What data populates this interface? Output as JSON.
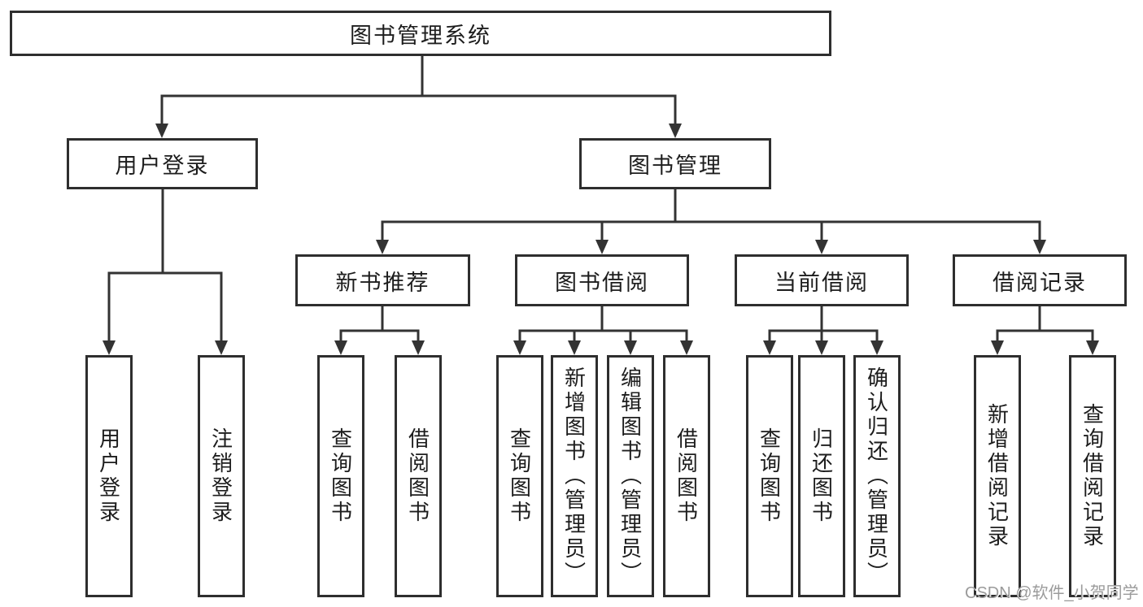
{
  "diagram": {
    "root": {
      "label": "图书管理系统"
    },
    "branches": [
      {
        "label": "用户登录",
        "children": [
          {
            "label": "用户登录"
          },
          {
            "label": "注销登录"
          }
        ]
      },
      {
        "label": "图书管理",
        "children": [
          {
            "label": "新书推荐",
            "children": [
              {
                "label": "查询图书"
              },
              {
                "label": "借阅图书"
              }
            ]
          },
          {
            "label": "图书借阅",
            "children": [
              {
                "label": "查询图书"
              },
              {
                "label": "新增图书（管理员）"
              },
              {
                "label": "编辑图书（管理员）"
              },
              {
                "label": "借阅图书"
              }
            ]
          },
          {
            "label": "当前借阅",
            "children": [
              {
                "label": "查询图书"
              },
              {
                "label": "归还图书"
              },
              {
                "label": "确认归还（管理员）"
              }
            ]
          },
          {
            "label": "借阅记录",
            "children": [
              {
                "label": "新增借阅记录"
              },
              {
                "label": "查询借阅记录"
              }
            ]
          }
        ]
      }
    ]
  },
  "watermark": {
    "text": "CSDN @软件_小贺同学"
  },
  "colors": {
    "line": "#333333",
    "border": "#2e2e2e",
    "text": "#1d1d1d",
    "watermark_text": "#9b9b9b",
    "background": "#ffffff"
  }
}
